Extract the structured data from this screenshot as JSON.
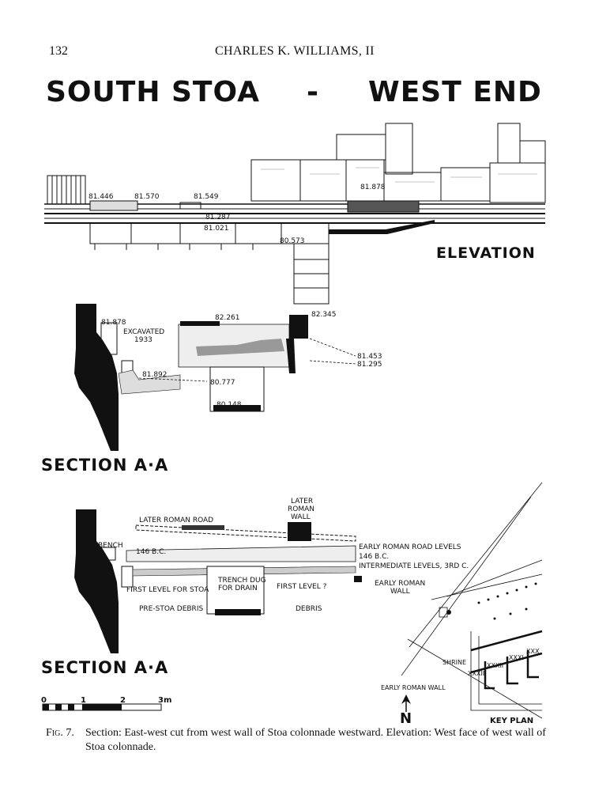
{
  "header": {
    "page_number": "132",
    "running_head": "CHARLES K. WILLIAMS, II"
  },
  "title": {
    "left": "SOUTH STOA",
    "dash": "-",
    "right": "WEST END"
  },
  "elevation": {
    "label": "ELEVATION",
    "levels": [
      "81.446",
      "81.570",
      "81.549",
      "81.878",
      "81.287",
      "81.021",
      "80.573"
    ]
  },
  "section1": {
    "label": "SECTION A·A",
    "excavated": "EXCAVATED",
    "year": "1933",
    "levels": [
      "81.878",
      "82.261",
      "82.345",
      "81.453",
      "81.295",
      "81.892",
      "80.777",
      "80.148"
    ]
  },
  "section2": {
    "label": "SECTION A·A",
    "annotations": {
      "later_roman_road": "LATER ROMAN ROAD",
      "later_roman_wall_1": "LATER",
      "later_roman_wall_2": "ROMAN",
      "later_roman_wall_3": "WALL",
      "bench": "BENCH",
      "bc146_left": "146 B.C.",
      "early_roman_road_levels": "EARLY ROMAN ROAD LEVELS",
      "bc146_right": "146 B.C.",
      "intermediate_levels": "INTERMEDIATE LEVELS, 3RD C.",
      "trench_1": "TRENCH DUG",
      "trench_2": "FOR DRAIN",
      "first_level_for_stoa": "FIRST LEVEL FOR STOA",
      "first_level": "FIRST LEVEL ?",
      "early_roman_wall_1": "EARLY ROMAN",
      "early_roman_wall_2": "WALL",
      "pre_stoa_debris": "PRE-STOA DEBRIS",
      "debris": "DEBRIS"
    }
  },
  "key_plan": {
    "label": "KEY PLAN",
    "north": "N",
    "shrine": "SHRINE",
    "early_roman_wall": "EARLY ROMAN WALL",
    "shops": [
      "XXXIII",
      "XXXII",
      "XXXI",
      "XXX"
    ]
  },
  "scale_bar": {
    "ticks": [
      "0",
      "1",
      "2",
      "3m"
    ]
  },
  "caption": {
    "fig": "Fig. 7.",
    "text": "Section: East-west cut from west wall of Stoa colonnade westward. Elevation: West face of west wall of Stoa colonnade."
  }
}
